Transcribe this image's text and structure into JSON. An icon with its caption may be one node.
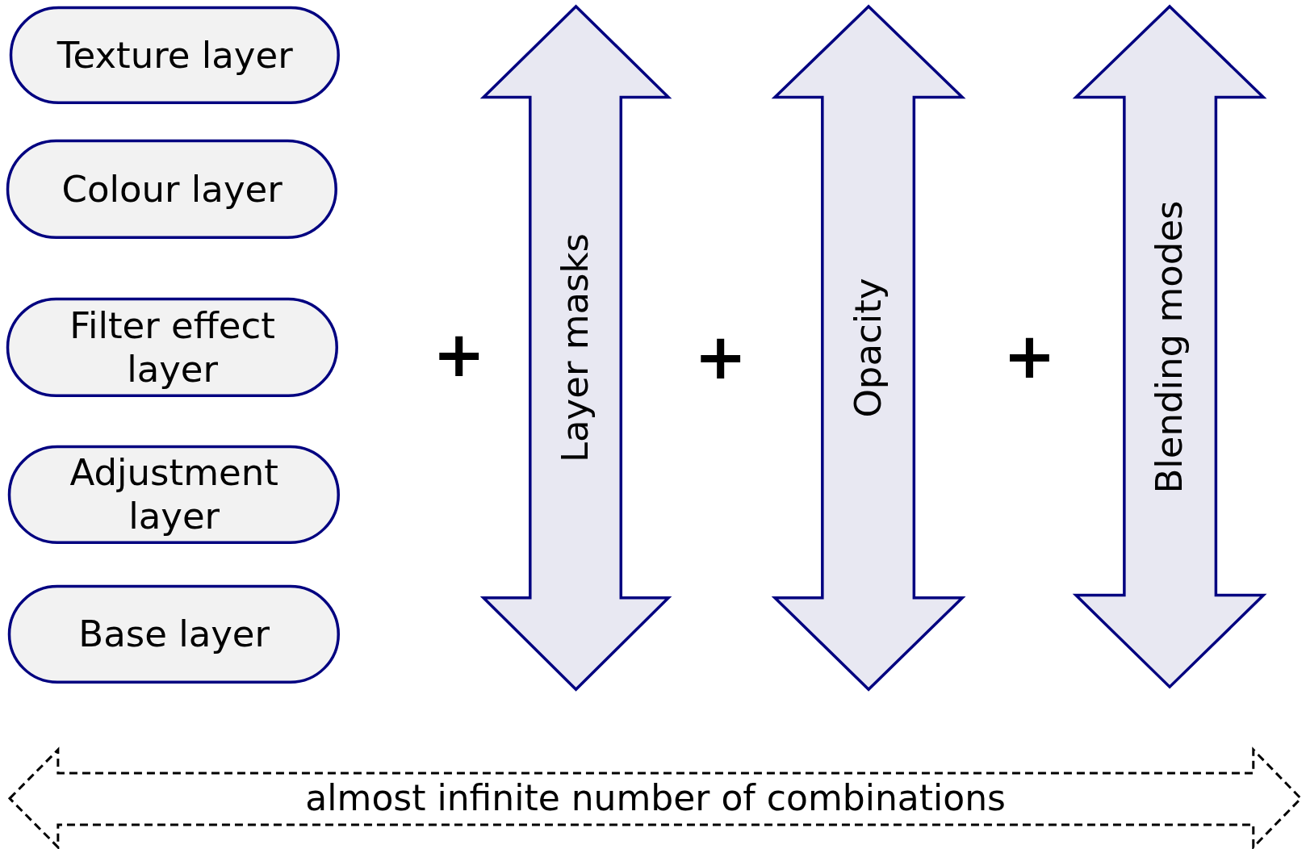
{
  "diagram": {
    "nodes": [
      {
        "text": [
          "Texture layer"
        ]
      },
      {
        "text": [
          "Colour layer"
        ]
      },
      {
        "text": [
          "Filter effect layer"
        ]
      },
      {
        "text": [
          "Adjustment layer"
        ]
      },
      {
        "text": [
          "Base layer"
        ]
      },
      {
        "text": [
          "Layer masks"
        ]
      },
      {
        "text": [
          "Opacity"
        ]
      },
      {
        "text": [
          "Blending modes"
        ]
      },
      {
        "text": [
          "almost infinite number of combinations"
        ]
      }
    ],
    "labels": [
      "+",
      "+",
      "+"
    ]
  }
}
